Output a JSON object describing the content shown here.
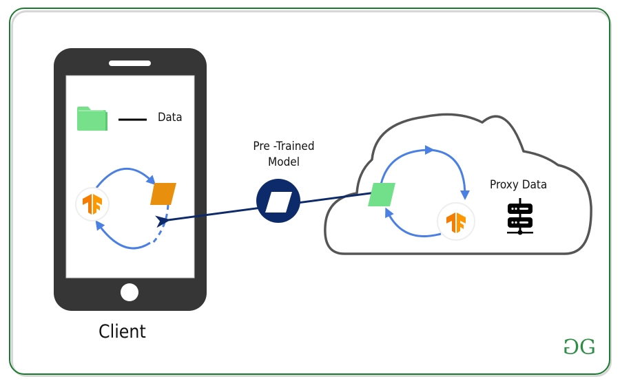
{
  "diagram": {
    "title": "Federated learning with pre-trained model and proxy data",
    "client": {
      "label": "Client",
      "data_label": "Data",
      "icons": [
        "folder-icon",
        "tensorflow-icon",
        "model-icon"
      ]
    },
    "transfer": {
      "label_line1": "Pre -Trained",
      "label_line2": "Model",
      "icon": "model-badge-icon"
    },
    "server": {
      "proxy_label": "Proxy Data",
      "icons": [
        "cloud-icon",
        "model-icon",
        "tensorflow-icon",
        "server-icon"
      ]
    },
    "logo": {
      "text": "GG",
      "name": "geeksforgeeks-logo"
    },
    "colors": {
      "frame": "#1a7a2e",
      "phone": "#363636",
      "cycle_arrow": "#4a7fe3",
      "client_model": "#e8900e",
      "server_model": "#72e08a",
      "transfer": "#0d2b6b",
      "folder": "#77e08a",
      "tensorflow": "#f57c00",
      "logo": "#2f8d46"
    }
  }
}
